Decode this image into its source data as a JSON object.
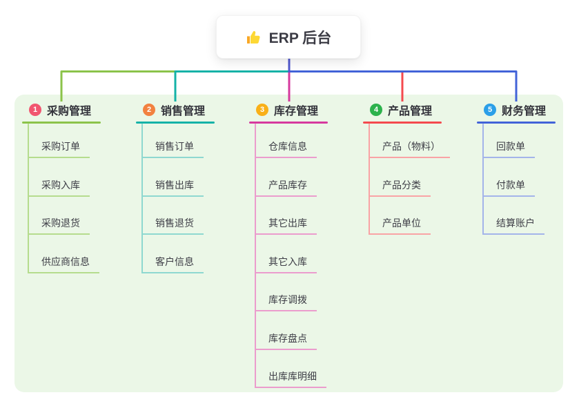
{
  "root": {
    "label": "ERP 后台",
    "icon": "thumbs-up-icon",
    "line_color": "#5158ce"
  },
  "colors": {
    "canvas_bg": "#ffffff",
    "panel_bg": "#ebf7e7"
  },
  "branches": [
    {
      "index": "1",
      "label": "采购管理",
      "badge_color": "#f1556f",
      "line_color": "#8bc34a",
      "child_line_color": "#b5dc8d",
      "children": [
        "采购订单",
        "采购入库",
        "采购退货",
        "供应商信息"
      ]
    },
    {
      "index": "2",
      "label": "销售管理",
      "badge_color": "#f28140",
      "line_color": "#14b2a7",
      "child_line_color": "#8ed8d0",
      "children": [
        "销售订单",
        "销售出库",
        "销售退货",
        "客户信息"
      ]
    },
    {
      "index": "3",
      "label": "库存管理",
      "badge_color": "#f9b018",
      "line_color": "#d6399e",
      "child_line_color": "#eb9ccd",
      "children": [
        "仓库信息",
        "产品库存",
        "其它出库",
        "其它入库",
        "库存调拨",
        "库存盘点",
        "出库库明细"
      ]
    },
    {
      "index": "4",
      "label": "产品管理",
      "badge_color": "#2cb24c",
      "line_color": "#f4494e",
      "child_line_color": "#f9a3a5",
      "children": [
        "产品（物料）",
        "产品分类",
        "产品单位"
      ]
    },
    {
      "index": "5",
      "label": "财务管理",
      "badge_color": "#2b9fe8",
      "line_color": "#4263d8",
      "child_line_color": "#a3b4ea",
      "children": [
        "回款单",
        "付款单",
        "结算账户"
      ]
    }
  ]
}
